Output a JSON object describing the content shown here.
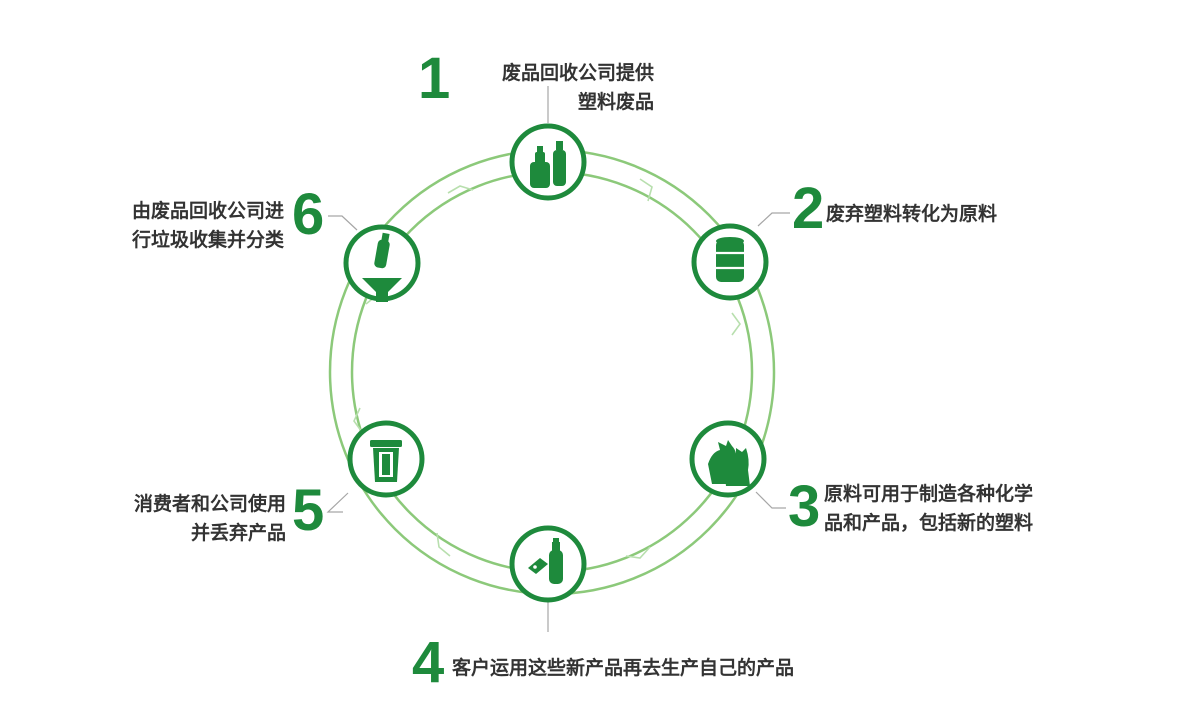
{
  "colors": {
    "accent": "#1e8a3c",
    "ring": "#8cc97a",
    "text": "#333333"
  },
  "steps": [
    {
      "number": "1",
      "lines": [
        "废品回收公司提供",
        "塑料废品"
      ],
      "icon": "plastic-bottles-icon"
    },
    {
      "number": "2",
      "lines": [
        "废弃塑料转化为原料"
      ],
      "icon": "barrel-icon"
    },
    {
      "number": "3",
      "lines": [
        "原料可用于制造各种化学",
        "品和产品，包括新的塑料"
      ],
      "icon": "garbage-bags-icon"
    },
    {
      "number": "4",
      "lines": [
        "客户运用这些新产品再去生产自己的产品"
      ],
      "icon": "tagged-bottle-icon"
    },
    {
      "number": "5",
      "lines": [
        "消费者和公司使用",
        "并丢弃产品"
      ],
      "icon": "trash-bin-icon"
    },
    {
      "number": "6",
      "lines": [
        "由废品回收公司进",
        "行垃圾收集并分类"
      ],
      "icon": "funnel-sorting-icon"
    }
  ]
}
